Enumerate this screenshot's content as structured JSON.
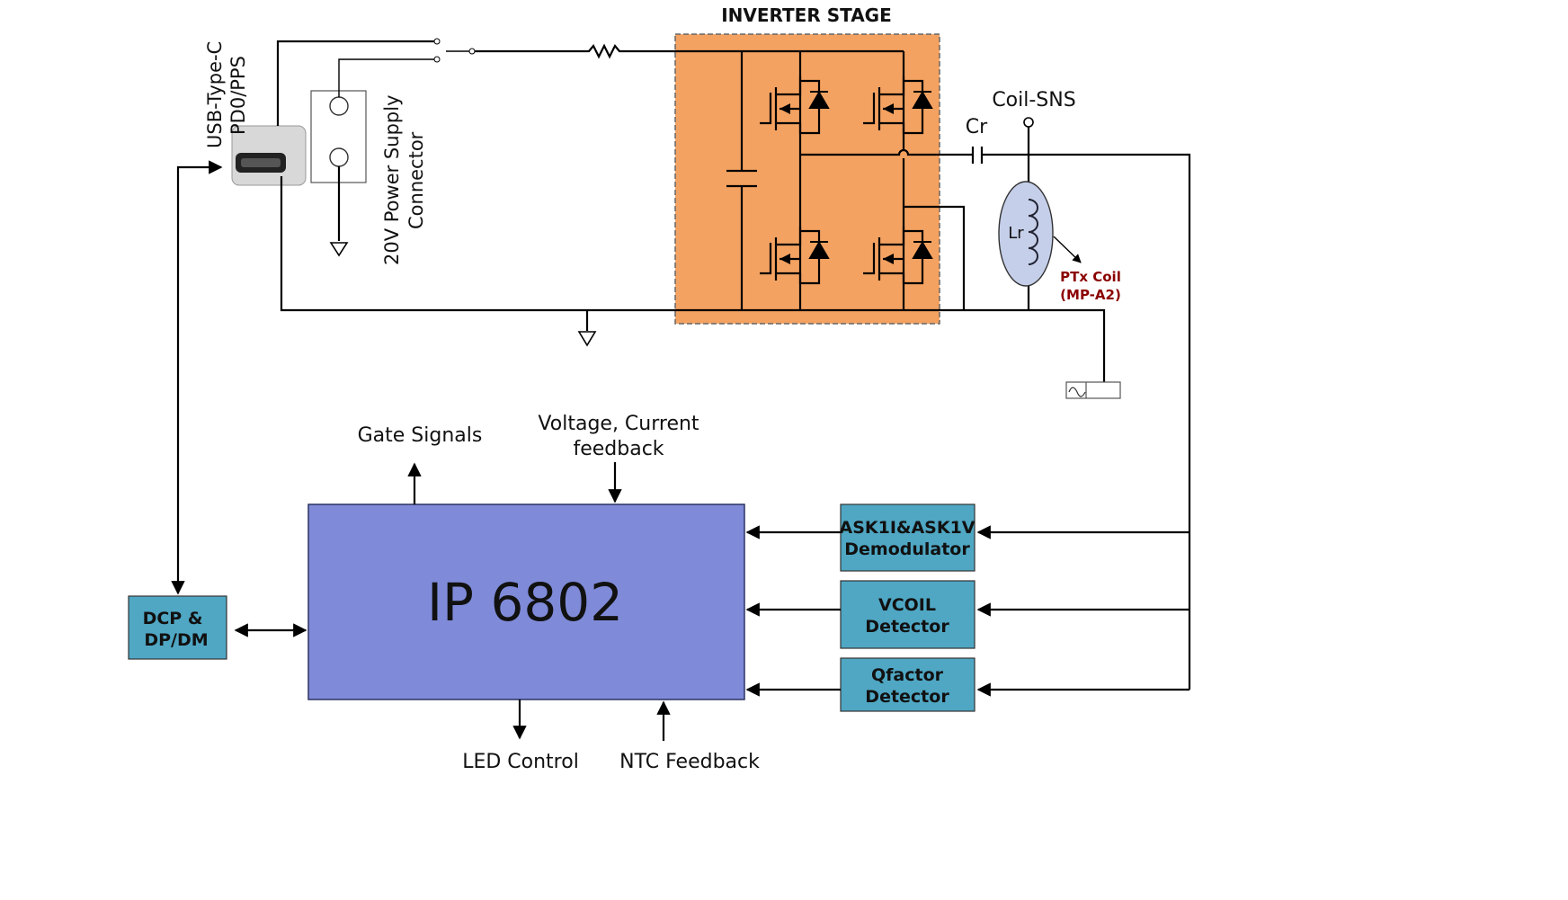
{
  "title": "IP6802 Wireless Charger Block Diagram",
  "labels": {
    "usb_line1": "USB-Type-C",
    "usb_line2": "PD0/PPS",
    "psu_line1": "20V Power Supply",
    "psu_line2": "Connector",
    "inverter_stage": "INVERTER STAGE",
    "coil_sns": "Coil-SNS",
    "cr": "Cr",
    "lr": "Lr",
    "ptx_line1": "PTx Coil",
    "ptx_line2": "(MP-A2)",
    "gate_signals": "Gate Signals",
    "vi_feedback_line1": "Voltage, Current",
    "vi_feedback_line2": "feedback",
    "led_control": "LED Control",
    "ntc_feedback": "NTC Feedback"
  },
  "blocks": {
    "main_ic": "IP 6802",
    "dcp_line1": "DCP &",
    "dcp_line2": "DP/DM",
    "ask_line1": "ASK1I&ASK1V",
    "ask_line2": "Demodulator",
    "vcoil_line1": "VCOIL",
    "vcoil_line2": "Detector",
    "qf_line1": "Qfactor",
    "qf_line2": "Detector"
  },
  "colors": {
    "inverter_fill": "#f4a261",
    "main_ic_fill": "#7f8bd9",
    "detector_fill": "#4fa7c4",
    "coil_fill": "#c5cfea",
    "ptx_text": "#8b0000"
  }
}
